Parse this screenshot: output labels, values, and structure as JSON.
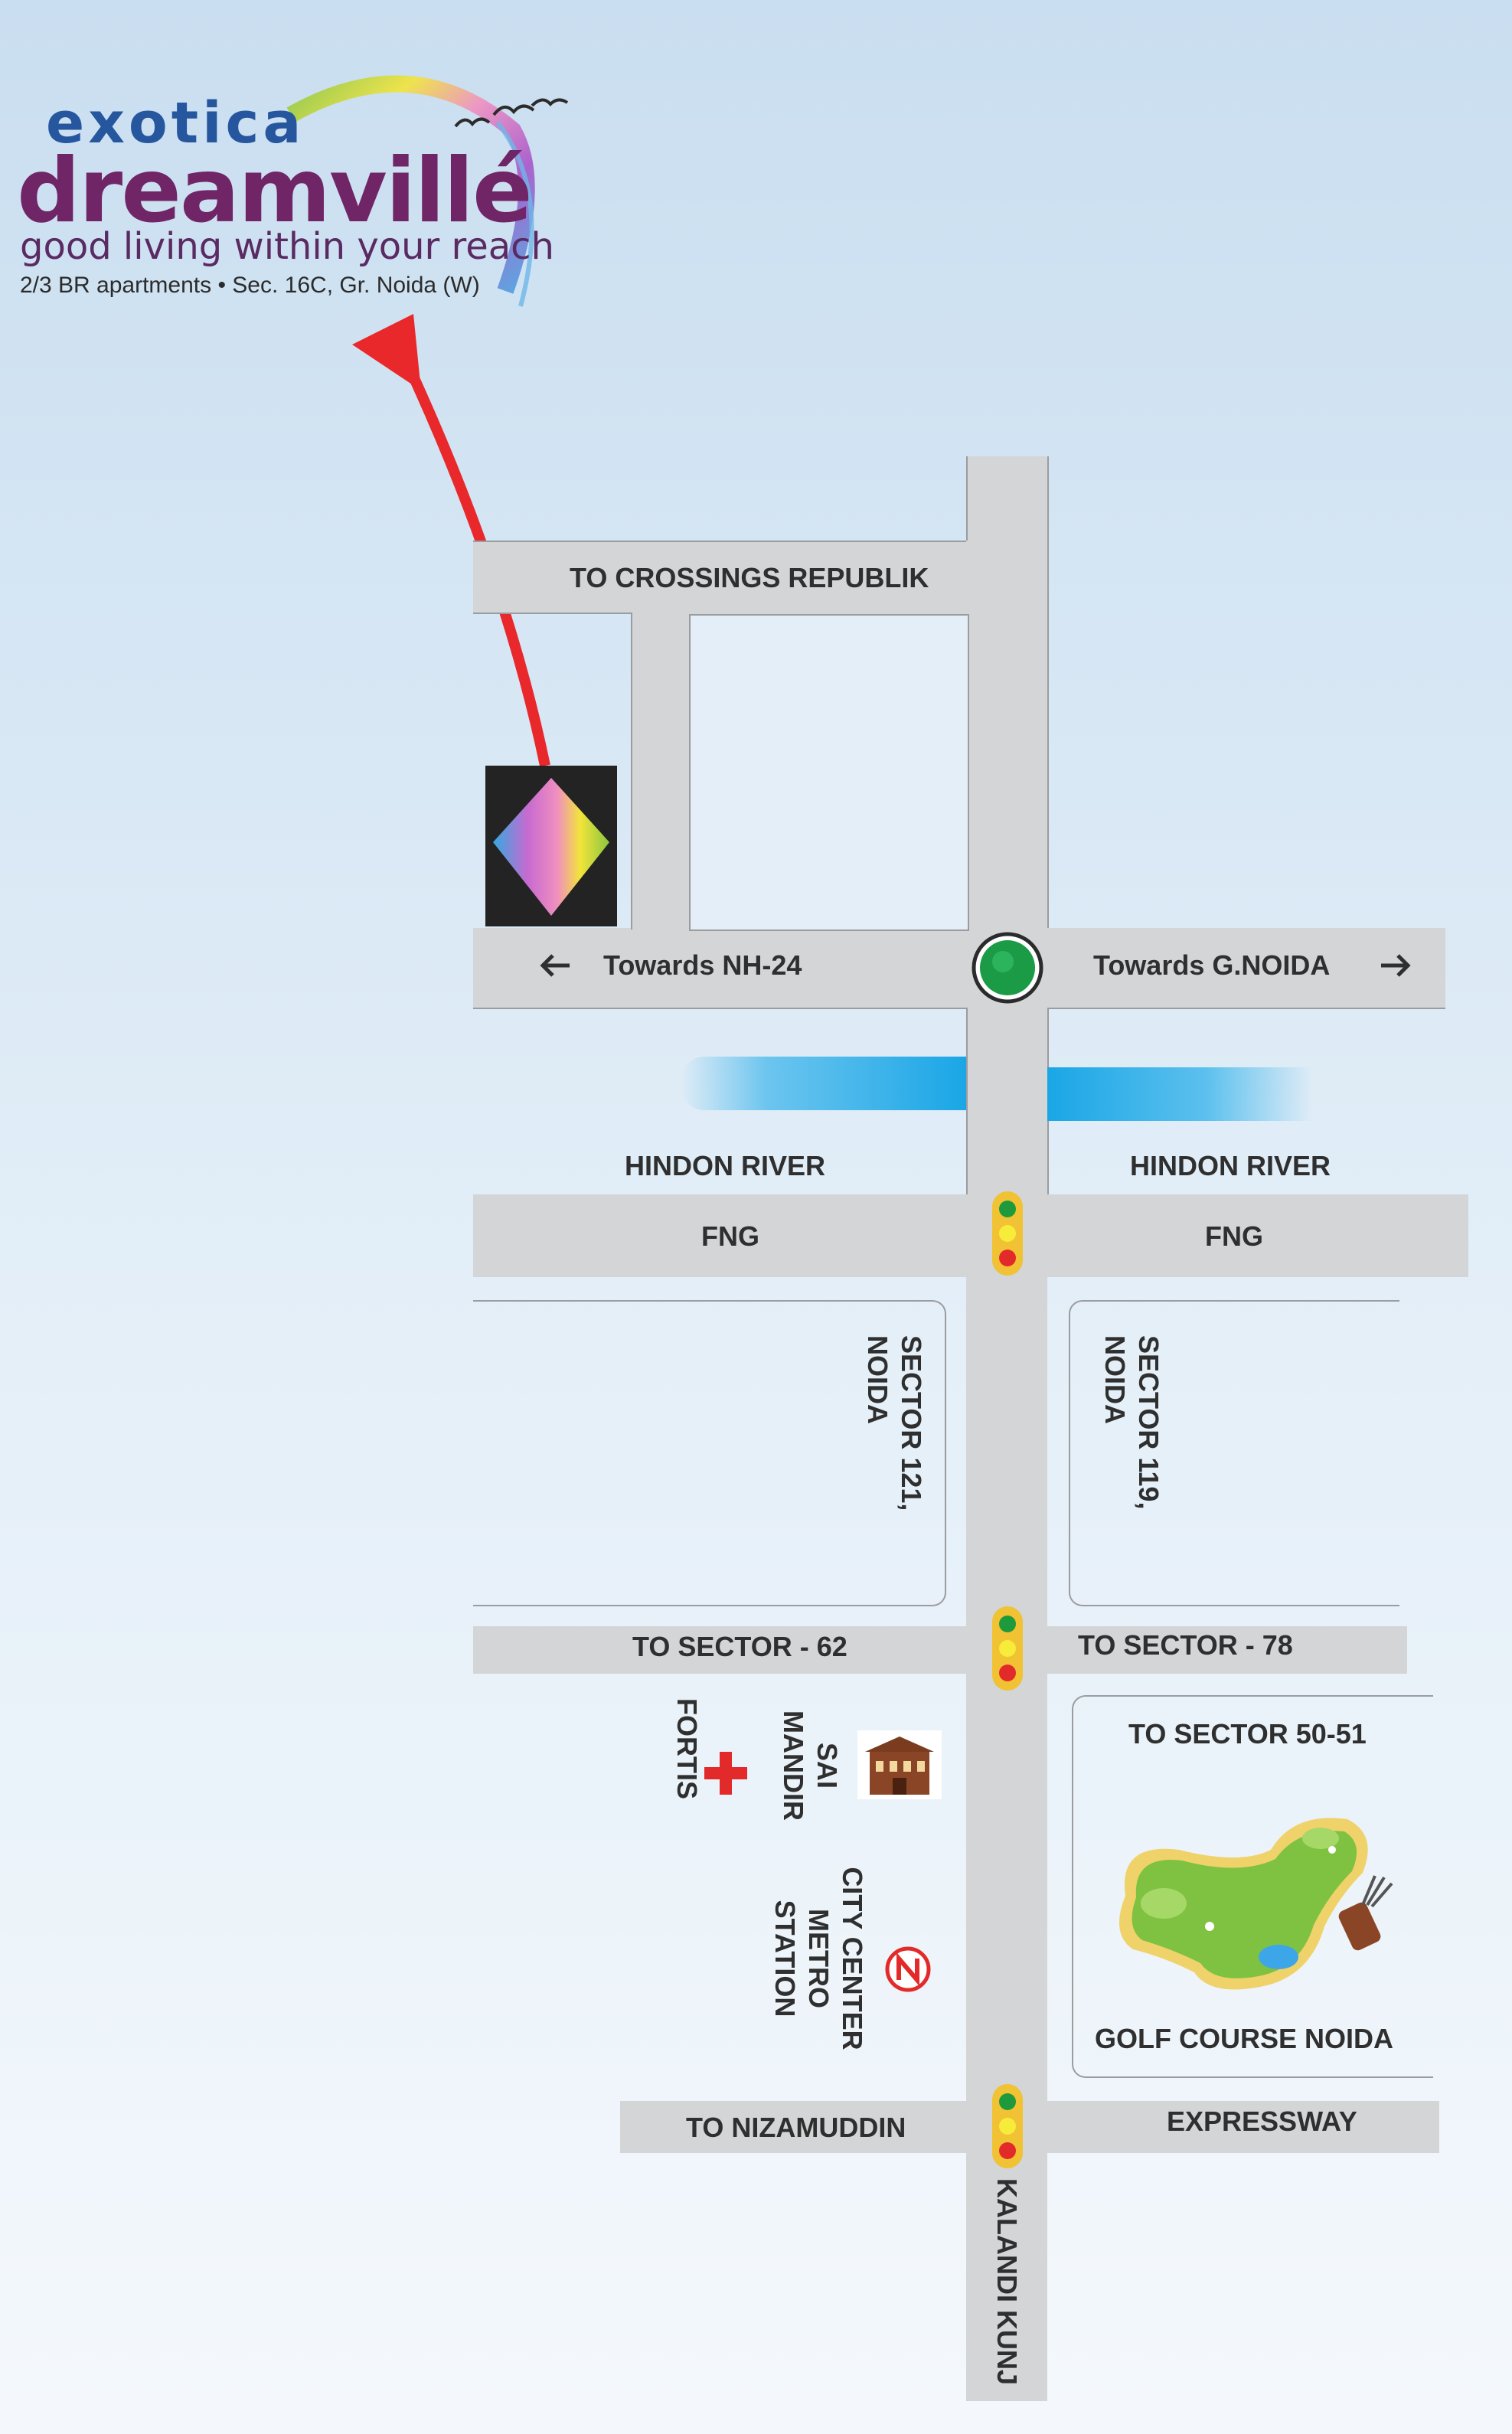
{
  "brand": {
    "name_top": "exotica",
    "name_main": "dreamvillé",
    "tagline": "good living within your reach",
    "details": "2/3 BR apartments • Sec. 16C, Gr. Noida (W)"
  },
  "map": {
    "roads": {
      "crossings": "TO CROSSINGS REPUBLIK",
      "nh24": "Towards NH-24",
      "gnoida": "Towards G.NOIDA",
      "fng_left": "FNG",
      "fng_right": "FNG",
      "sector62": "TO SECTOR - 62",
      "sector78": "TO SECTOR - 78",
      "nizamuddin": "TO NIZAMUDDIN",
      "expressway": "EXPRESSWAY",
      "kalandi": "KALANDI KUNJ"
    },
    "places": {
      "river_left": "HINDON RIVER",
      "river_right": "HINDON RIVER",
      "sector121": [
        "SECTOR 121,",
        "NOIDA"
      ],
      "sector119": [
        "SECTOR 119,",
        "NOIDA"
      ],
      "sector5051": "TO SECTOR 50-51",
      "golf": "GOLF COURSE NOIDA",
      "sai_mandir": [
        "SAI",
        "MANDIR"
      ],
      "fortis": "FORTIS",
      "metro": [
        "CITY CENTER",
        "METRO",
        "STATION"
      ]
    },
    "colors": {
      "road": "#d4d5d7",
      "road_edge": "#9b9c9f",
      "river": "#1aa6e6",
      "arrow": "#e8282b",
      "roundabout": "#1b9b46",
      "hospital_cross": "#e32a2a",
      "metro_logo": "#e32a2a",
      "brand_blue": "#25569e",
      "brand_purple": "#702566"
    },
    "icons": [
      "left-arrow-icon",
      "right-arrow-icon",
      "roundabout-icon",
      "traffic-light-icon",
      "site-marker-icon",
      "temple-icon",
      "hospital-cross-icon",
      "metro-logo-icon",
      "golf-course-icon",
      "golf-bag-icon",
      "birds-icon",
      "rainbow-arc-icon"
    ]
  }
}
